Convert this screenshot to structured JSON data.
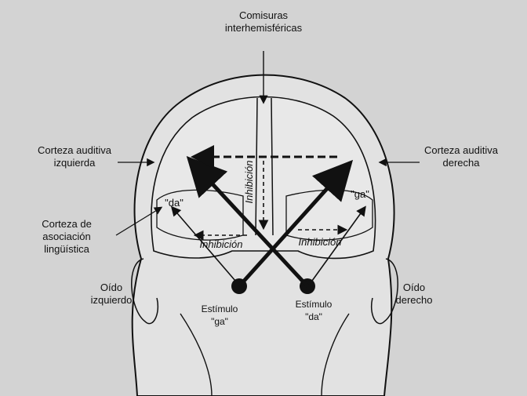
{
  "labels": {
    "comisuras": [
      "Comisuras",
      "interhemisféricas"
    ],
    "corteza_izq": [
      "Corteza auditiva",
      "izquierda"
    ],
    "corteza_der": [
      "Corteza auditiva",
      "derecha"
    ],
    "asociacion": [
      "Corteza de",
      "asociación",
      "lingüística"
    ],
    "oido_izq": [
      "Oído",
      "izquierdo"
    ],
    "oido_der": [
      "Oído",
      "derecho"
    ],
    "estimulo_izq": [
      "Estímulo",
      "\"ga\""
    ],
    "estimulo_der": [
      "Estímulo",
      "\"da\""
    ],
    "da_syllable": "\"da\"",
    "ga_syllable": "\"ga\"",
    "inhibicion_left": "Inhibición",
    "inhibicion_right": "Inhibición",
    "inhibicion_center": "Inhibición"
  },
  "colors": {
    "background": "#d3d3d3",
    "line": "#111111",
    "head_fill": "#e2e2e2"
  }
}
